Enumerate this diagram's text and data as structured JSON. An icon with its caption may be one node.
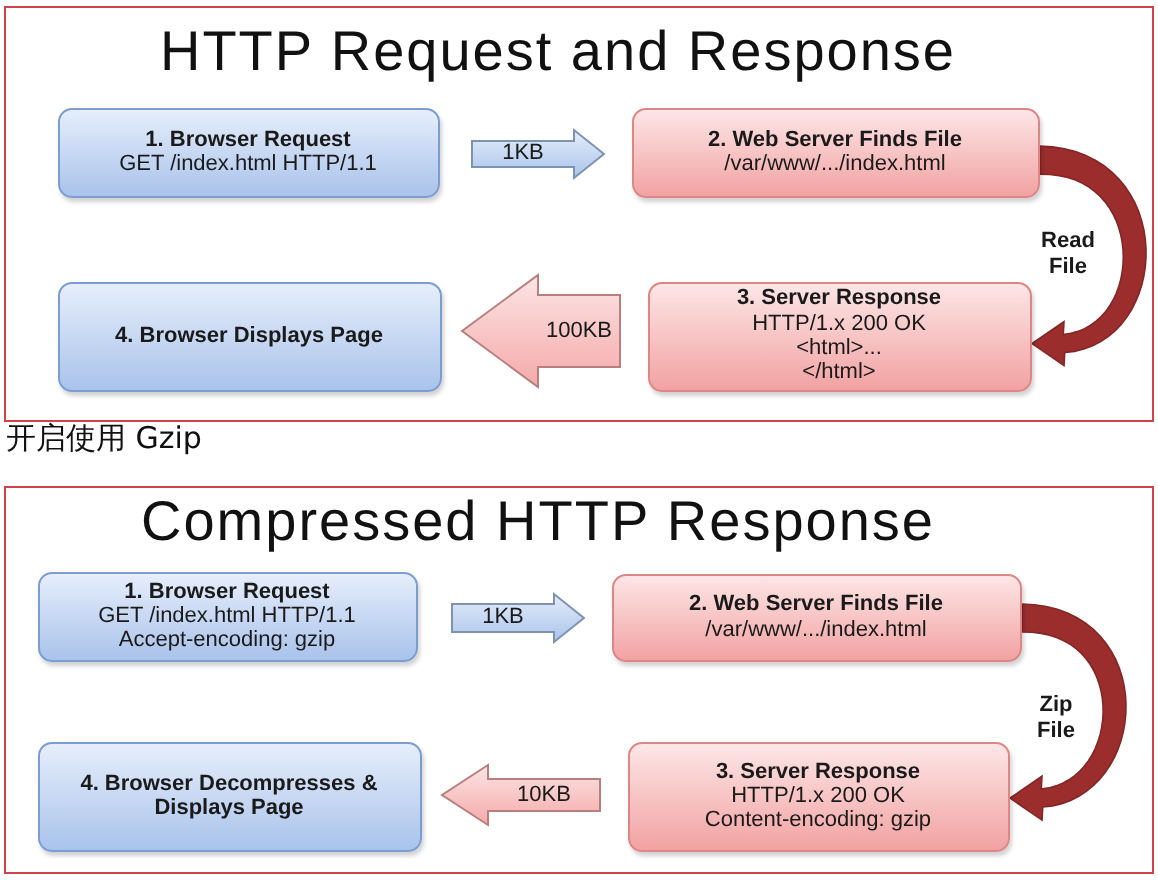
{
  "diagram": {
    "nodes": [
      {
        "text": [
          "HTTP Request and Response"
        ]
      },
      {
        "text": [
          "1. Browser Request",
          "GET /index.html HTTP/1.1"
        ],
        "in": 0
      },
      {
        "text": [
          "2. Web Server Finds File",
          "/var/www/.../index.html"
        ],
        "in": 0
      },
      {
        "text": [
          "3. Server Response",
          "HTTP/1.x 200 OK",
          "<html>...",
          "</html>"
        ],
        "in": 0
      },
      {
        "text": [
          "4. Browser Displays Page"
        ],
        "in": 0
      },
      {
        "text": [
          "Compressed HTTP Response"
        ]
      },
      {
        "text": [
          "1. Browser Request",
          "GET /index.html HTTP/1.1",
          "Accept-encoding: gzip"
        ],
        "in": 5
      },
      {
        "text": [
          "2. Web Server Finds File",
          "/var/www/.../index.html"
        ],
        "in": 5
      },
      {
        "text": [
          "3. Server Response",
          "HTTP/1.x 200 OK",
          "Content-encoding: gzip"
        ],
        "in": 5
      },
      {
        "text": [
          "4. Browser Decompresses & Displays Page"
        ],
        "in": 5
      }
    ],
    "edges": [
      {
        "from": 1,
        "to": 2,
        "label": "1KB",
        "arrow": "to",
        "style": "thick",
        "color": "#a9c4ec"
      },
      {
        "from": 2,
        "to": 3,
        "label": "Read File",
        "arrow": "to",
        "style": "thick",
        "color": "#9b2d2d"
      },
      {
        "from": 3,
        "to": 4,
        "label": "100KB",
        "arrow": "to",
        "style": "thick",
        "color": "#f5a9a9"
      },
      {
        "from": 6,
        "to": 7,
        "label": "1KB",
        "arrow": "to",
        "style": "thick",
        "color": "#a9c4ec"
      },
      {
        "from": 7,
        "to": 8,
        "label": "Zip File",
        "arrow": "to",
        "style": "thick",
        "color": "#9b2d2d"
      },
      {
        "from": 8,
        "to": 9,
        "label": "10KB",
        "arrow": "to",
        "style": "thick",
        "color": "#f5a9a9"
      }
    ],
    "labels": [
      "开启使用 Gzip"
    ]
  }
}
